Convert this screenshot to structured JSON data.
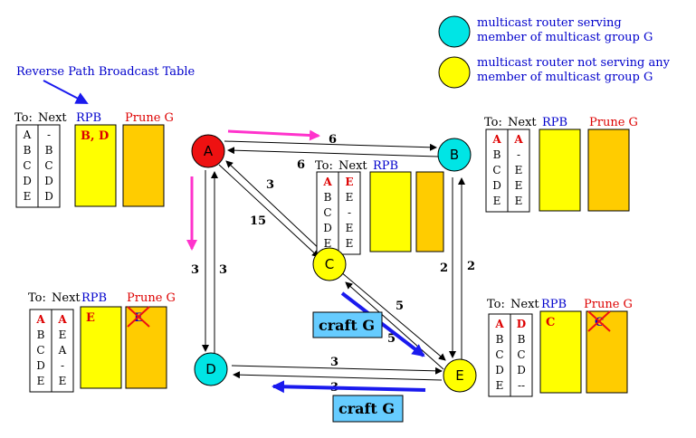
{
  "legend": {
    "serving": {
      "line1": "multicast router serving",
      "line2": "member of multicast group G",
      "color": "#00e5e5"
    },
    "not_serving": {
      "line1": "multicast router not serving any",
      "line2": "member of multicast group G",
      "color": "#ffff00"
    }
  },
  "annotation": "Reverse Path Broadcast Table",
  "headers": {
    "to": "To:",
    "next": "Next",
    "rpb": "RPB",
    "prune": "Prune G"
  },
  "nodes": {
    "A": {
      "label": "A",
      "color": "#ee1111"
    },
    "B": {
      "label": "B",
      "color": "#00e5e5"
    },
    "C": {
      "label": "C",
      "color": "#ffff00"
    },
    "D": {
      "label": "D",
      "color": "#00e5e5"
    },
    "E": {
      "label": "E",
      "color": "#ffff00"
    }
  },
  "weights": {
    "AB_top": "6",
    "AB_bot": "6",
    "AC_a": "3",
    "AC_b": "15",
    "AD_l": "3",
    "AD_r": "3",
    "BE_l": "2",
    "BE_r": "2",
    "CE_a": "5",
    "CE_b": "5",
    "DE_t": "3",
    "DE_b": "3"
  },
  "tables": {
    "A": {
      "to": [
        "A",
        "B",
        "C",
        "D",
        "E"
      ],
      "next": [
        "-",
        "B",
        "C",
        "D",
        "D"
      ],
      "rpb": "B, D",
      "prune": ""
    },
    "B": {
      "to": [
        "A",
        "B",
        "C",
        "D",
        "E"
      ],
      "next": [
        "A",
        "-",
        "E",
        "E",
        "E"
      ],
      "rpb": "",
      "prune": ""
    },
    "C": {
      "to": [
        "A",
        "B",
        "C",
        "D",
        "E"
      ],
      "next": [
        "E",
        "E",
        "-",
        "E",
        "E"
      ],
      "rpb": "",
      "prune": ""
    },
    "D": {
      "to": [
        "A",
        "B",
        "C",
        "D",
        "E"
      ],
      "next": [
        "A",
        "E",
        "A",
        "-",
        "E"
      ],
      "rpb": "E",
      "prune": "E"
    },
    "E": {
      "to": [
        "A",
        "B",
        "C",
        "D",
        "E"
      ],
      "next": [
        "D",
        "B",
        "C",
        "D",
        "--"
      ],
      "rpb": "C",
      "prune": "C"
    }
  },
  "craft": {
    "label1": "craft G",
    "label2": "craft G"
  },
  "colors": {
    "rpb_fill": "#ffff00",
    "prune_fill": "#ffcc00",
    "pink_arrow": "#ff33cc",
    "blue_arrow": "#1a1aee",
    "craft_bg": "#66ccff"
  }
}
